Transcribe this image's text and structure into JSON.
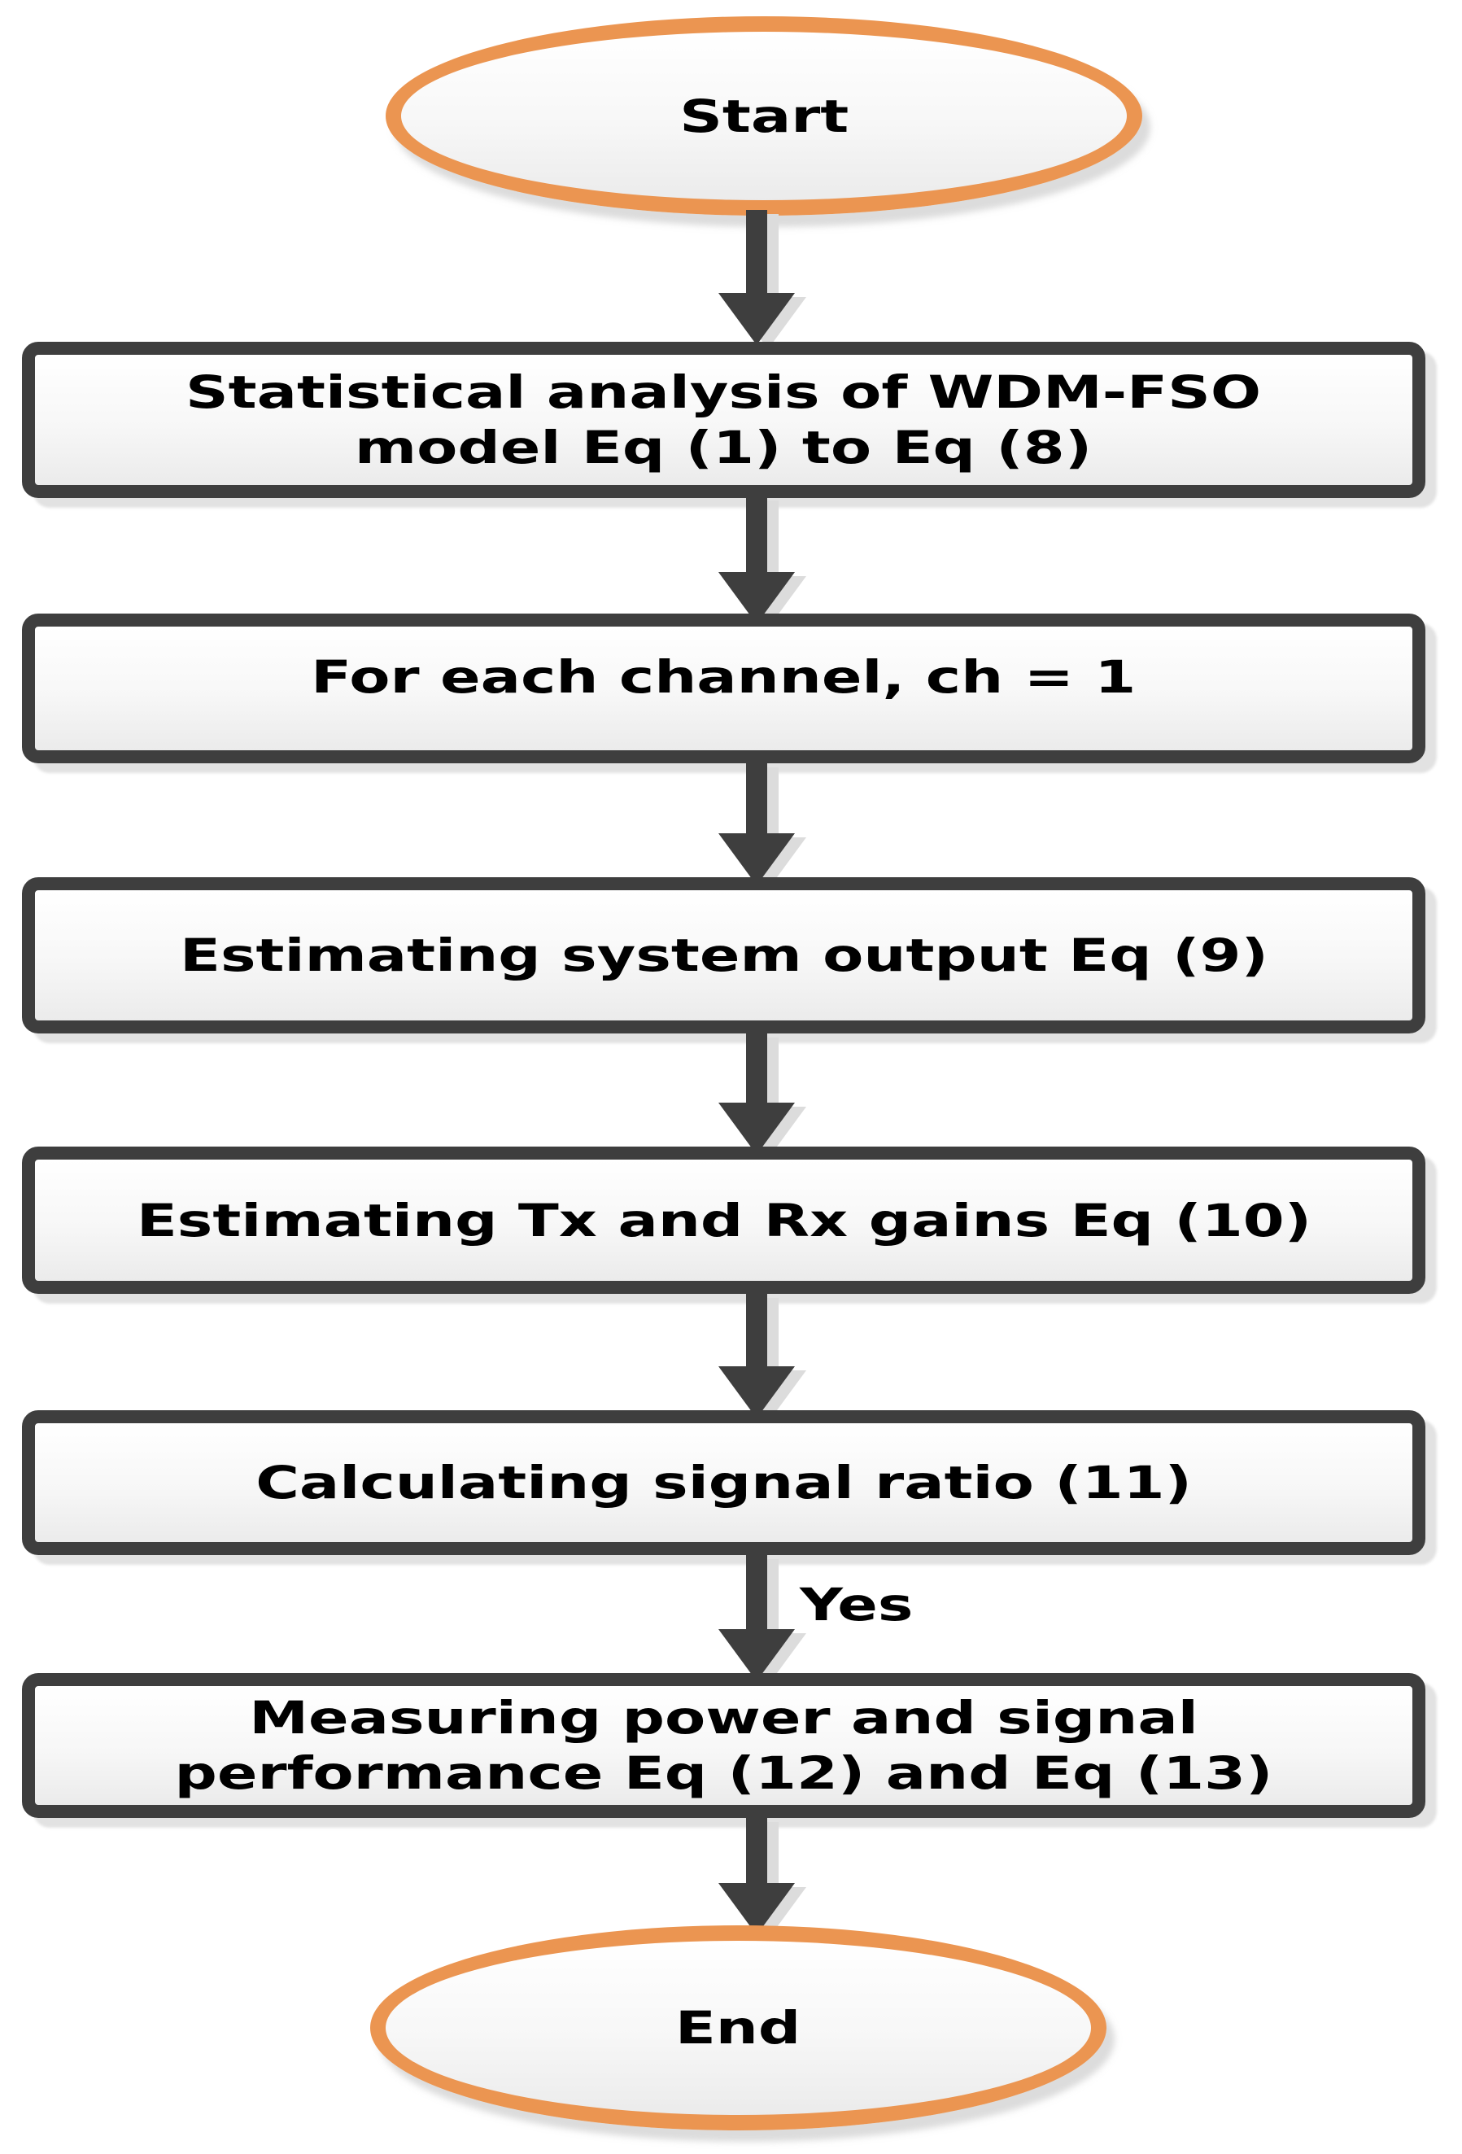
{
  "flowchart": {
    "nodes": [
      {
        "id": "start",
        "type": "terminator",
        "label": "Start"
      },
      {
        "id": "step-1",
        "type": "process",
        "label": "Statistical analysis of WDM-FSO\nmodel Eq (1) to Eq (8)"
      },
      {
        "id": "step-2",
        "type": "process",
        "label": "For each channel, ch = 1"
      },
      {
        "id": "step-3",
        "type": "process",
        "label": "Estimating system output Eq (9)"
      },
      {
        "id": "step-4",
        "type": "process",
        "label": "Estimating Tx and Rx gains Eq (10)"
      },
      {
        "id": "step-5",
        "type": "process",
        "label": "Calculating signal ratio (11)"
      },
      {
        "id": "step-6",
        "type": "process",
        "label": "Measuring power and signal\nperformance  Eq (12) and Eq (13)"
      },
      {
        "id": "end",
        "type": "terminator",
        "label": "End"
      }
    ],
    "edge_labels": [
      {
        "text": "Yes",
        "between": [
          "step-5",
          "step-6"
        ],
        "side": "right-of-arrow"
      }
    ],
    "colors": {
      "terminator_border": "#EB9551",
      "process_border": "#3E3E3E",
      "arrow": "#3E3E3E",
      "shadow": "#DCDCDC",
      "fill_top": "#FFFFFF",
      "fill_bottom": "#EBEBEB",
      "text": "#000000",
      "background": "#FFFFFF"
    }
  }
}
